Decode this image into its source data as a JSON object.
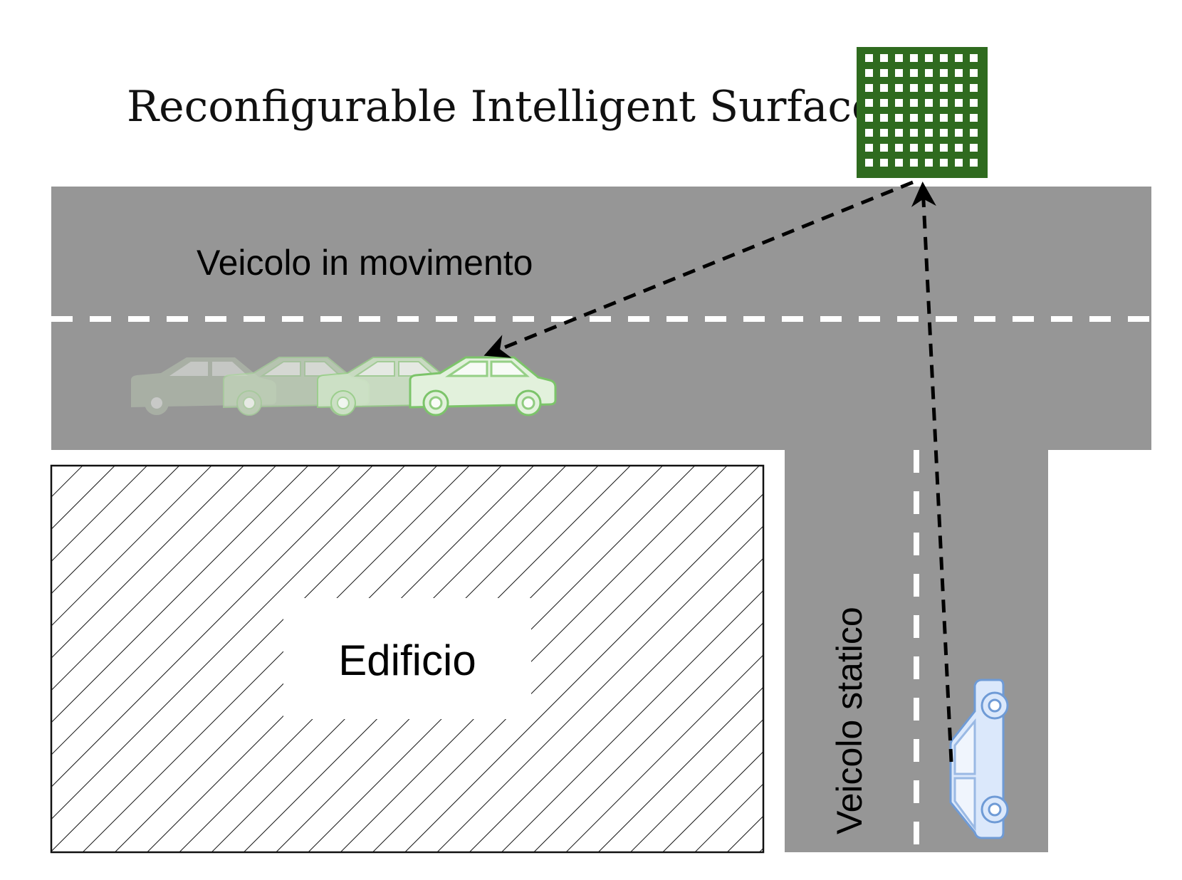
{
  "diagram": {
    "title": "Reconfigurable Intelligent Surface",
    "labels": {
      "moving_vehicle": "Veicolo in movimento",
      "building": "Edificio",
      "static_vehicle": "Veicolo statico"
    }
  },
  "colors": {
    "road": "#969696",
    "lane_marking": "#ffffff",
    "ris_panel": "#2f6b1f",
    "ris_element": "#ffffff",
    "moving_car_fill": "#e2f1dc",
    "moving_car_stroke": "#7cc46a",
    "ghost_car_fill": "#bcc9b6",
    "static_car_fill": "#dbe8fb",
    "static_car_stroke": "#6f9bd6",
    "link": "#000000"
  },
  "icons": {
    "ris": "reconfigurable-intelligent-surface-icon",
    "moving_car": "car-side-icon",
    "static_car": "car-top-rotated-icon"
  }
}
